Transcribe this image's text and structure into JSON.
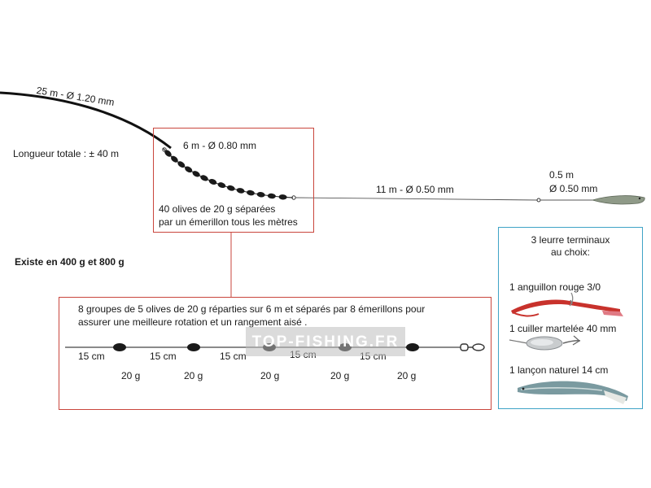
{
  "main_line": {
    "spec": "25 m - Ø 1.20 mm",
    "total_length": "Longueur totale : ± 40 m",
    "availability": "Existe en 400 g et 800 g"
  },
  "weighted_section": {
    "spec": "6 m - Ø 0.80 mm",
    "description_line1": "40 olives de 20 g séparées",
    "description_line2": "par un émerillon tous les mètres"
  },
  "leader": {
    "spec": "11 m - Ø 0.50 mm",
    "end_length": "0.5 m",
    "end_diameter": "Ø 0.50 mm"
  },
  "detail": {
    "line1": "8 groupes de 5 olives de 20 g réparties sur 6 m et séparés par 8 émerillons pour",
    "line2": "assurer une meilleure rotation et un rangement aisé .",
    "spacings": [
      "15 cm",
      "15 cm",
      "15 cm",
      "15 cm",
      "15 cm"
    ],
    "weights": [
      "20 g",
      "20 g",
      "20 g",
      "20 g",
      "20 g"
    ]
  },
  "lures": {
    "title_line1": "3 leurre terminaux",
    "title_line2": "au choix:",
    "items": [
      {
        "label": "1 anguillon rouge 3/0",
        "icon": "red-eel-lure-icon"
      },
      {
        "label": "1 cuiller martelée 40 mm",
        "icon": "hammered-spoon-icon"
      },
      {
        "label": "1 lançon naturel 14 cm",
        "icon": "sand-eel-lure-icon"
      }
    ]
  },
  "watermark": "TOP-FISHING.FR",
  "colors": {
    "frame_red": "#c9463d",
    "frame_blue": "#3fa3c6",
    "line": "#222222",
    "weight": "#1a1a1a"
  }
}
